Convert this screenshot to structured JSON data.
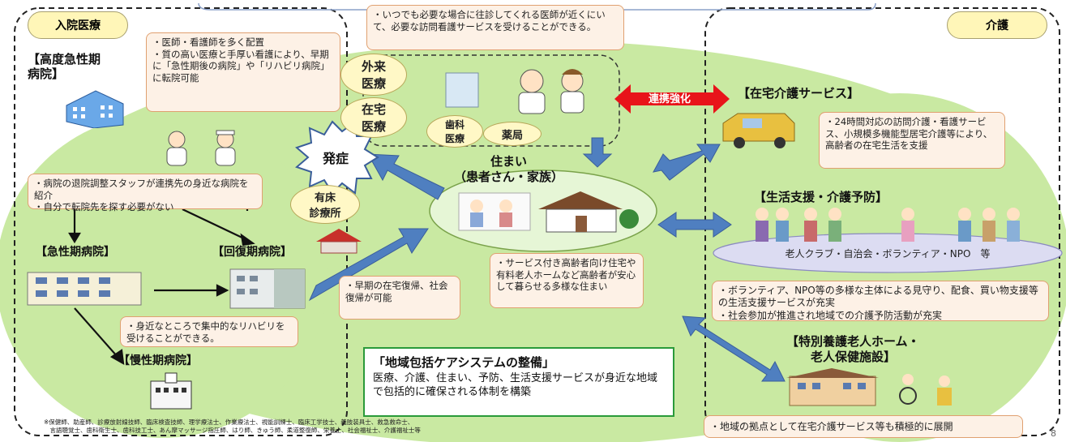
{
  "sections": {
    "hospital": "入院医療",
    "care": "介護"
  },
  "top_note": "・いつでも必要な場合に往診してくれる医師が近くにいて、必要な訪問看護サービスを受けることができる。",
  "doctors_note": "・医師・看護師を多く配置\n・質の高い医療と手厚い看護により、早期に「急性期後の病院」や「リハビリ病院」に転院可能",
  "hospitals": {
    "high_acute": "【高度急性期\n病院】",
    "acute": "【急性期病院】",
    "recovery": "【回復期病院】",
    "chronic": "【慢性期病院】"
  },
  "discharge_note": "・病院の退院調整スタッフが連携先の身近な病院を紹介\n・自分で転院先を探す必要がない",
  "rehab_note": "・身近なところで集中的なリハビリを受けることができる。",
  "early_return_note": "・早期の在宅復帰、社会復帰が可能",
  "medical": {
    "outpatient": "外来\n医療",
    "home": "在宅\n医療",
    "dental": "歯科\n医療",
    "pharmacy": "薬局"
  },
  "onset": "発症",
  "clinic": "有床\n診療所",
  "housing": {
    "title": "住まい\n（患者さん・家族）"
  },
  "housing_note": "・サービス付き高齢者向け住宅や有料老人ホームなど高齢者が安心して暮らせる多様な住まい",
  "cooperation": "連携強化",
  "home_care": {
    "title": "【在宅介護サービス】",
    "note": "・24時間対応の訪問介護・看護サービス、小規模多機能型居宅介護等により、高齢者の在宅生活を支援"
  },
  "life_support": {
    "title": "【生活支援・介護予防】",
    "ellipse": "老人クラブ・自治会・ボランティア・NPO　等",
    "note": "・ボランティア、NPO等の多様な主体による見守り、配食、買い物支援等の生活支援サービスが充実\n・社会参加が推進され地域での介護予防活動が充実"
  },
  "nursing_home": {
    "title": "【特別養護老人ホーム・\n　　老人保健施設】",
    "note": "・地域の拠点として在宅介護サービス等も積極的に展開"
  },
  "system": {
    "title": "「地域包括ケアシステムの整備」",
    "body": "医療、介護、住まい、予防、生活支援サービスが身近な地域で包括的に確保される体制を構築"
  },
  "footnote": "※保健師、助産師、診療放射線技師、臨床検査技師、理学療法士、作業療法士、視能訓練士、臨床工学技士、義肢装具士、救急救命士、\n　言語聴覚士、歯科衛生士、歯科技工士、あん摩マッサージ指圧師、はり師、きゅう師、柔道整復師、栄養士、社会福祉士、介護福祉士等",
  "page_number": "8",
  "colors": {
    "green": "#c9e9a2",
    "note_bg": "#fdf1e6",
    "note_border": "#e0a070",
    "arrow_blue": "#4f7fc0",
    "arrow_red": "#e8141a",
    "dash": "#222222"
  },
  "icons": [
    "hospital-building-icon",
    "doctor-icon",
    "nurse-icon",
    "apartment-icon",
    "ambulance-van-icon",
    "elderly-group-icon",
    "house-icon",
    "nursing-home-icon",
    "clinic-roof-icon"
  ]
}
